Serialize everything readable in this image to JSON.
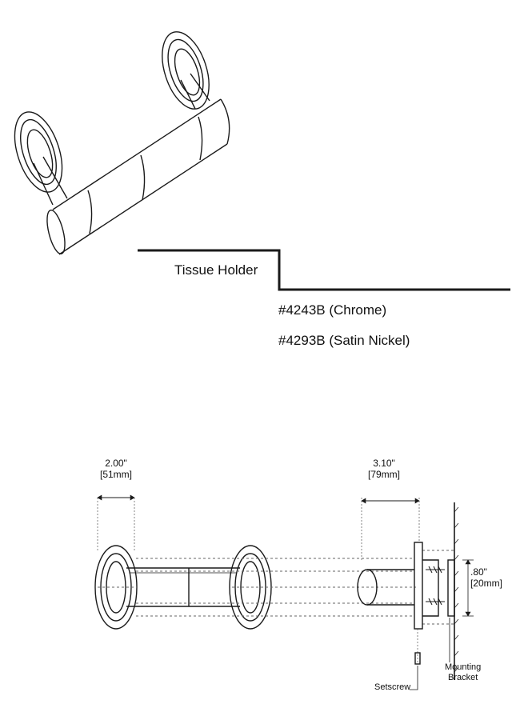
{
  "product": {
    "title": "Tissue Holder",
    "models": [
      "#4243B (Chrome)",
      "#4293B (Satin Nickel)"
    ]
  },
  "dimensions": {
    "flange_width": {
      "imperial": "2.00\"",
      "metric": "[51mm]"
    },
    "projection": {
      "imperial": "3.10\"",
      "metric": "[79mm]"
    },
    "bracket_height": {
      "imperial": ".80\"",
      "metric": "[20mm]"
    }
  },
  "callouts": {
    "setscrew": "Setscrew",
    "mounting_bracket_line1": "Mounting",
    "mounting_bracket_line2": "Bracket"
  },
  "colors": {
    "line": "#1a1a1a",
    "dashed": "#666666",
    "background": "#ffffff"
  }
}
